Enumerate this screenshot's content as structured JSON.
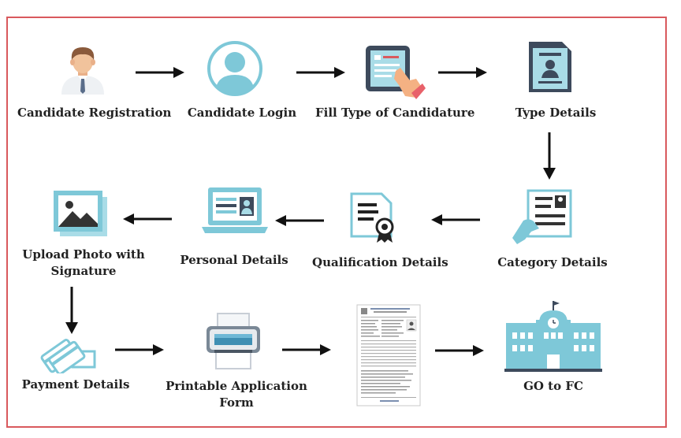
{
  "steps": [
    {
      "label": "Candidate Registration",
      "icon": "person-icon"
    },
    {
      "label": "Candidate Login",
      "icon": "user-avatar-icon"
    },
    {
      "label": "Fill Type of Candidature",
      "icon": "tablet-touch-icon"
    },
    {
      "label": "Type Details",
      "icon": "id-card-icon"
    },
    {
      "label": "Category Details",
      "icon": "hand-document-icon"
    },
    {
      "label": "Qualification Details",
      "icon": "certificate-icon"
    },
    {
      "label": "Personal Details",
      "icon": "laptop-profile-icon"
    },
    {
      "label": "Upload Photo with",
      "label2": "Signature",
      "icon": "photo-icon"
    },
    {
      "label": "Payment Details",
      "icon": "payment-cards-icon"
    },
    {
      "label": "Printable Application",
      "label2": "Form",
      "icon": "printer-icon"
    },
    {
      "label": "",
      "icon": "application-form-icon"
    },
    {
      "label": "GO to FC",
      "icon": "building-icon"
    }
  ],
  "colors": {
    "accent": "#7ec8d8",
    "frame": "#d9595d",
    "dark": "#333333",
    "arrow": "#111111"
  }
}
